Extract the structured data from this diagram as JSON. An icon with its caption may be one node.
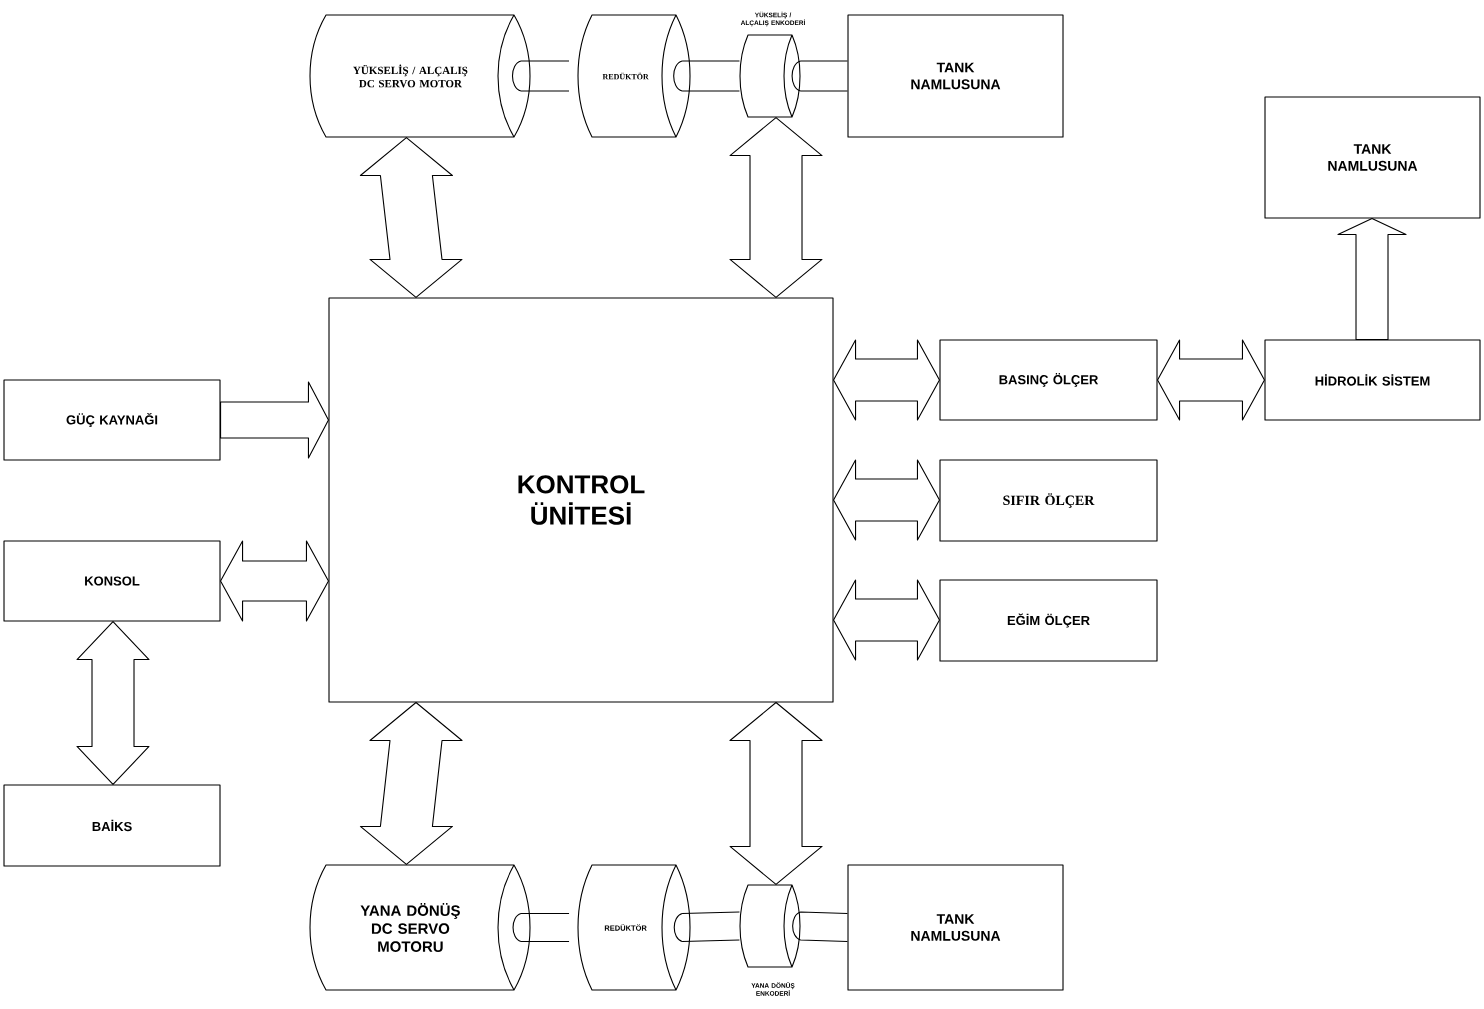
{
  "diagram": {
    "nodes": [
      {
        "text": [
          "KONTROL ÜNİTESİ"
        ]
      },
      {
        "text": [
          "YÜKSELİŞ / ALÇALIŞ DC SERVO MOTOR"
        ]
      },
      {
        "text": [
          "REDÜKTÖR"
        ]
      },
      {
        "text": [
          "YÜKSELİŞ / ALÇALIŞ ENKODERİ"
        ]
      },
      {
        "text": [
          "TANK NAMLUSUNA"
        ]
      },
      {
        "text": [
          "TANK NAMLUSUNA"
        ]
      },
      {
        "text": [
          "BASINÇ ÖLÇER"
        ]
      },
      {
        "text": [
          "HİDROLİK SİSTEM"
        ]
      },
      {
        "text": [
          "SIFIR ÖLÇER"
        ]
      },
      {
        "text": [
          "EĞİM ÖLÇER"
        ]
      },
      {
        "text": [
          "GÜÇ KAYNAĞI"
        ]
      },
      {
        "text": [
          "KONSOL"
        ]
      },
      {
        "text": [
          "BAİKS"
        ]
      },
      {
        "text": [
          "YANA DÖNÜŞ DC SERVO MOTORU"
        ]
      },
      {
        "text": [
          "REDÜKTÖR"
        ]
      },
      {
        "text": [
          "YANA DÖNÜŞ ENKODERİ"
        ]
      },
      {
        "text": [
          "TANK NAMLUSUNA"
        ]
      }
    ],
    "edges": [
      {
        "from": 1,
        "to": 0,
        "arrow": "both"
      },
      {
        "from": 3,
        "to": 0,
        "arrow": "both"
      },
      {
        "from": 0,
        "to": 6,
        "arrow": "both"
      },
      {
        "from": 6,
        "to": 7,
        "arrow": "both"
      },
      {
        "from": 7,
        "to": 5,
        "arrow": "to"
      },
      {
        "from": 0,
        "to": 8,
        "arrow": "both"
      },
      {
        "from": 0,
        "to": 9,
        "arrow": "both"
      },
      {
        "from": 10,
        "to": 0,
        "arrow": "to"
      },
      {
        "from": 11,
        "to": 0,
        "arrow": "both"
      },
      {
        "from": 11,
        "to": 12,
        "arrow": "both"
      },
      {
        "from": 13,
        "to": 0,
        "arrow": "both"
      },
      {
        "from": 15,
        "to": 0,
        "arrow": "both"
      },
      {
        "from": 1,
        "to": 2,
        "arrow": "none"
      },
      {
        "from": 2,
        "to": 3,
        "arrow": "none"
      },
      {
        "from": 3,
        "to": 4,
        "arrow": "none"
      },
      {
        "from": 13,
        "to": 14,
        "arrow": "none"
      },
      {
        "from": 14,
        "to": 15,
        "arrow": "none"
      },
      {
        "from": 15,
        "to": 16,
        "arrow": "none"
      }
    ]
  }
}
